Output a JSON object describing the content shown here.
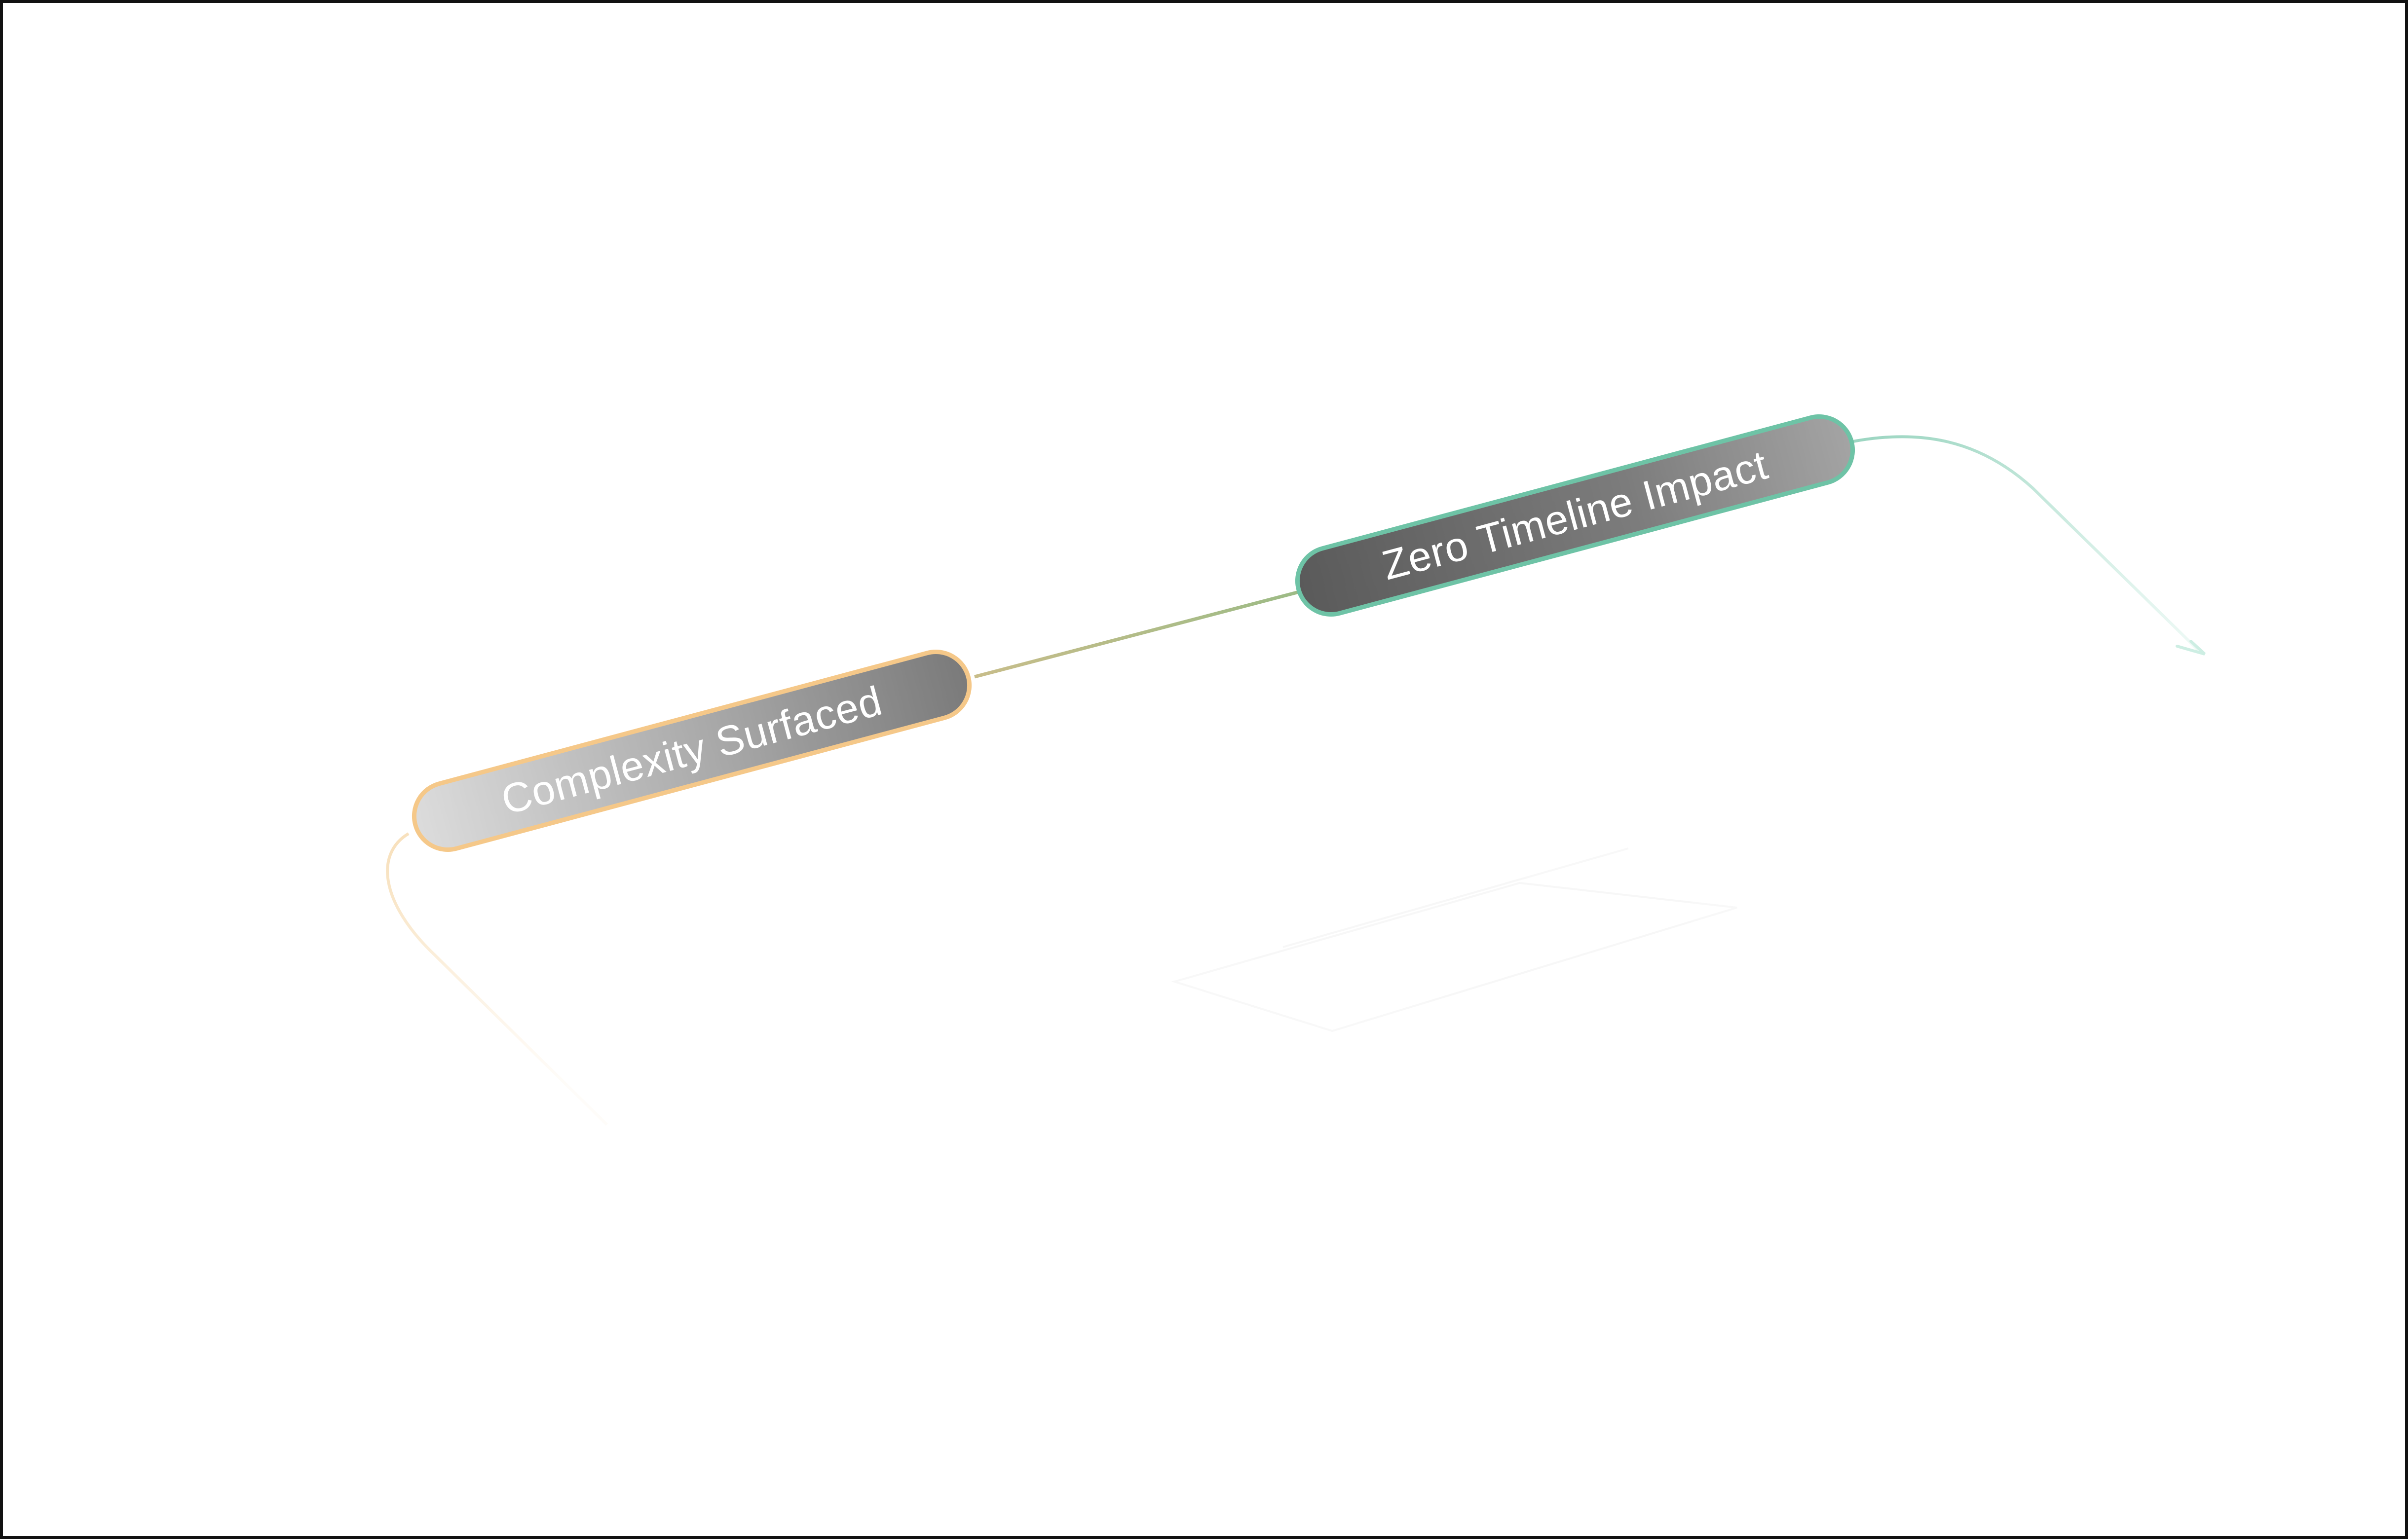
{
  "diagram": {
    "nodes": [
      {
        "id": "complexity",
        "label": "Complexity Surfaced",
        "border_color": "#F5C889"
      },
      {
        "id": "zero-timeline",
        "label": "Zero Timeline Impact",
        "border_color": "#6EC3A6"
      }
    ],
    "edges": [
      {
        "from": "complexity",
        "to": "zero-timeline"
      }
    ],
    "colors": {
      "connector_mid": "#A9BB86",
      "fade_teal": "#9ED8C4",
      "fade_orange": "#F7DCB0",
      "node_fill_dark": "#5E5E5E",
      "node_fill_light": "#D6D6D6"
    }
  }
}
